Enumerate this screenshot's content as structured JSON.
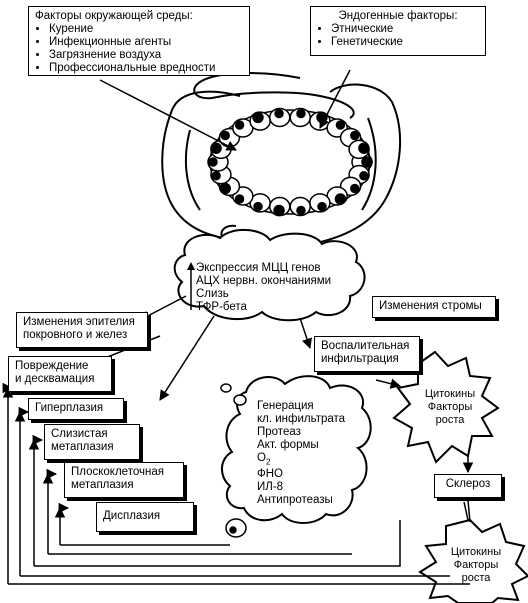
{
  "env_factors": {
    "title": "Факторы окружающей среды:",
    "items": [
      "Курение",
      "Инфекционные агенты",
      "Загрязнение воздуха",
      "Профессиональные вредности"
    ]
  },
  "endo_factors": {
    "title": "Эндогенные факторы:",
    "items": [
      "Этнические",
      "Генетические"
    ]
  },
  "central_cloud": [
    "Экспрессия МЦЦ генов",
    "АЦХ нервн. окончаниями",
    "Слизь",
    "ТФР-бета"
  ],
  "stroma_change": "Изменения стромы",
  "epithelium_change": [
    "Изменения эпителия",
    "покровного и желез"
  ],
  "inflammatory": [
    "Воспалительная",
    "инфильтрация"
  ],
  "damage": [
    "Повреждение",
    "и десквамация"
  ],
  "hyperplasia": "Гиперплазия",
  "mucous": [
    "Слизистая",
    "метаплазия"
  ],
  "squamous": [
    "Плоскоклеточная",
    "метаплазия"
  ],
  "dysplasia": "Дисплазия",
  "generation_cloud": [
    "Генерация",
    "кл. инфильтрата",
    "Протеаз",
    "Акт. формы",
    "O",
    "ФНО",
    "ИЛ-8",
    "Антипротеазы"
  ],
  "o2_sub": "2",
  "cytokines_top": [
    "Цитокины",
    "Факторы",
    "роста"
  ],
  "sclerosis": "Склероз",
  "cytokines_bottom": [
    "Цитокины",
    "Факторы",
    "роста"
  ]
}
